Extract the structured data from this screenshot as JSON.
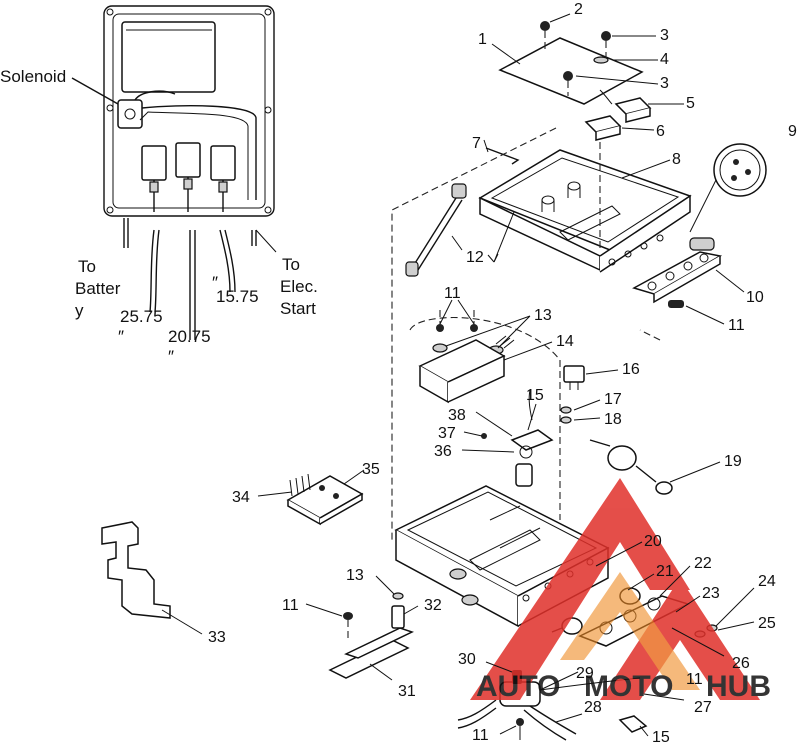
{
  "inset": {
    "labels": {
      "solenoid": "Solenoid",
      "to_battery_line1": "To",
      "to_battery_line2": "Batter",
      "to_battery_line3": "y",
      "to_elec_start_line1": "To",
      "to_elec_start_line2": "Elec.",
      "to_elec_start_line3": "Start"
    },
    "dimensions": {
      "d1": "25.75",
      "d1_unit": "″",
      "d2": "20.75",
      "d2_unit": "″",
      "d3": "15.75",
      "d3_unit": "″"
    }
  },
  "callouts": [
    "1",
    "2",
    "3",
    "4",
    "3",
    "5",
    "6",
    "7",
    "8",
    "9",
    "10",
    "11",
    "12",
    "11",
    "13",
    "14",
    "16",
    "15",
    "17",
    "18",
    "38",
    "37",
    "36",
    "19",
    "35",
    "34",
    "20",
    "21",
    "22",
    "23",
    "24",
    "25",
    "26",
    "13",
    "11",
    "32",
    "33",
    "31",
    "30",
    "29",
    "11",
    "28",
    "27",
    "11",
    "15"
  ],
  "watermark": {
    "text_part1": "AUTO",
    "text_part2": "MOTO",
    "text_part3": "HUB",
    "colors": {
      "red": "#e0302a",
      "orange": "#f08a24",
      "dark": "#2b2b2b"
    }
  }
}
